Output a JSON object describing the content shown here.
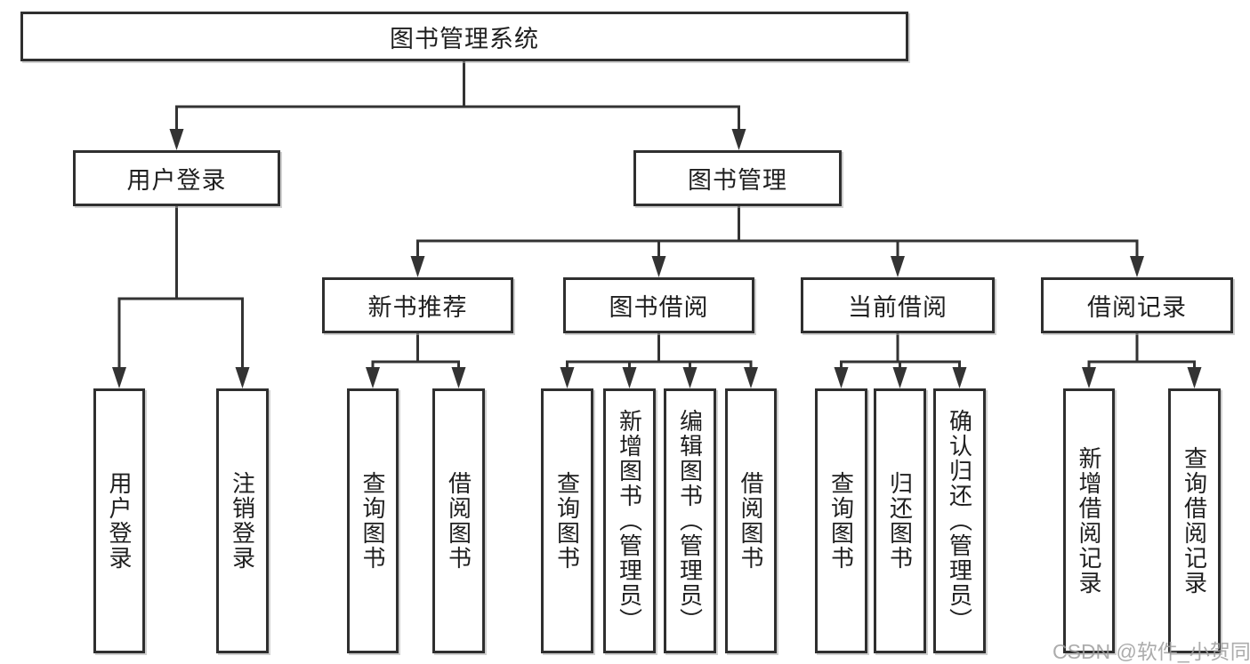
{
  "tree": {
    "root": {
      "label": "图书管理系统"
    },
    "children": [
      {
        "label": "用户登录",
        "children": [
          {
            "label": "用户登录"
          },
          {
            "label": "注销登录"
          }
        ]
      },
      {
        "label": "图书管理",
        "children": [
          {
            "label": "新书推荐",
            "children": [
              {
                "label": "查询图书"
              },
              {
                "label": "借阅图书"
              }
            ]
          },
          {
            "label": "图书借阅",
            "children": [
              {
                "label": "查询图书"
              },
              {
                "label": "新增图书（管理员）"
              },
              {
                "label": "编辑图书（管理员）"
              },
              {
                "label": "借阅图书"
              }
            ]
          },
          {
            "label": "当前借阅",
            "children": [
              {
                "label": "查询图书"
              },
              {
                "label": "归还图书"
              },
              {
                "label": "确认归还（管理员）"
              }
            ]
          },
          {
            "label": "借阅记录",
            "children": [
              {
                "label": "新增借阅记录"
              },
              {
                "label": "查询借阅记录"
              }
            ]
          }
        ]
      }
    ]
  },
  "watermark": {
    "text": "CSDN @软件_小贺同学"
  },
  "colors": {
    "line": "#333333",
    "box_border": "#2f2f2f",
    "text": "#1f1f1f",
    "background": "#ffffff",
    "watermark": "#9e9e9e"
  }
}
